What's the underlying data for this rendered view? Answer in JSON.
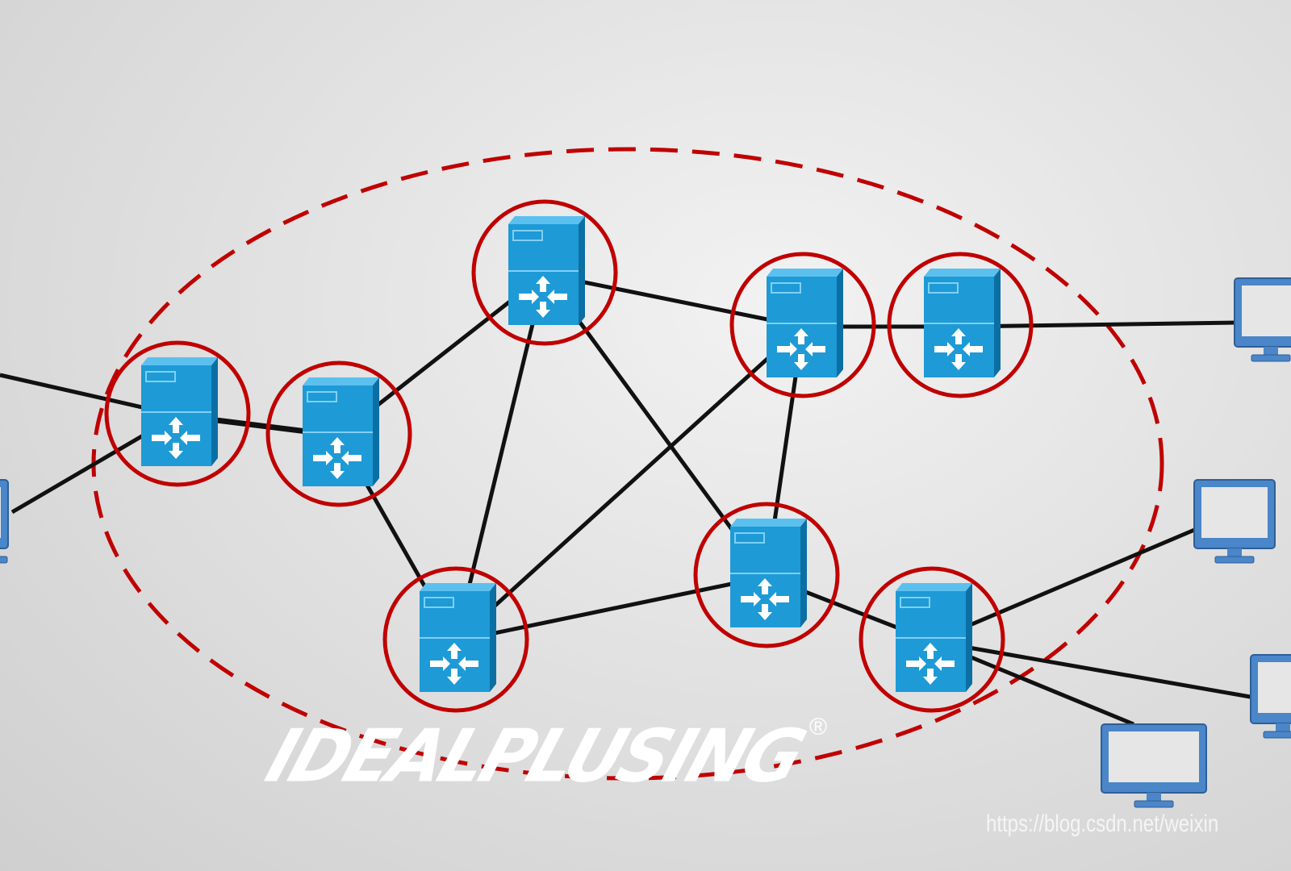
{
  "diagram": {
    "title_hidden": "",
    "colors": {
      "router": "#1e9ad6",
      "router_dark": "#0c6fa4",
      "ring": "#c00000",
      "link": "#111111",
      "pc": "#4a86c8"
    },
    "routers": [
      "r1",
      "r2",
      "r3",
      "r4",
      "r5",
      "r6",
      "r7",
      "r8"
    ],
    "links": [
      [
        "r1",
        "r2"
      ],
      [
        "r2",
        "r3"
      ],
      [
        "r2",
        "r6"
      ],
      [
        "r3",
        "r6"
      ],
      [
        "r3",
        "r4"
      ],
      [
        "r3",
        "r7"
      ],
      [
        "r6",
        "r4"
      ],
      [
        "r6",
        "r7"
      ],
      [
        "r4",
        "r5"
      ],
      [
        "r4",
        "r7"
      ],
      [
        "r7",
        "r8"
      ],
      [
        "r5",
        "pc1"
      ],
      [
        "r8",
        "pc2"
      ],
      [
        "r8",
        "pc3"
      ],
      [
        "r8",
        "pc4"
      ],
      [
        "ext1",
        "r1"
      ],
      [
        "pc0",
        "r1"
      ]
    ]
  },
  "watermark": {
    "logo": "IDEALPLUSING",
    "registered": "®",
    "url": "https://blog.csdn.net/weixin"
  }
}
